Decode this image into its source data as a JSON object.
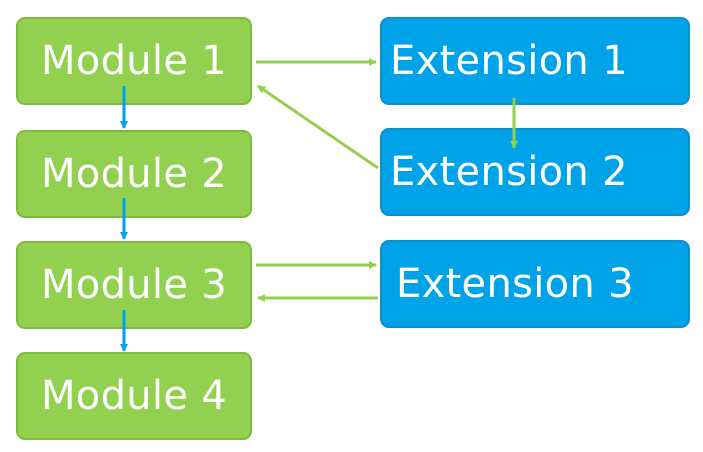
{
  "modules": [
    {
      "label": "Module 1"
    },
    {
      "label": "Module 2"
    },
    {
      "label": "Module 3"
    },
    {
      "label": "Module 4"
    }
  ],
  "extensions": [
    {
      "label": "Extension 1"
    },
    {
      "label": "Extension 2"
    },
    {
      "label": "Extension 3"
    }
  ],
  "colors": {
    "module_fill": "#92d050",
    "extension_fill": "#00a2e8",
    "green_arrow": "#92d050",
    "blue_arrow": "#00a2e8"
  }
}
